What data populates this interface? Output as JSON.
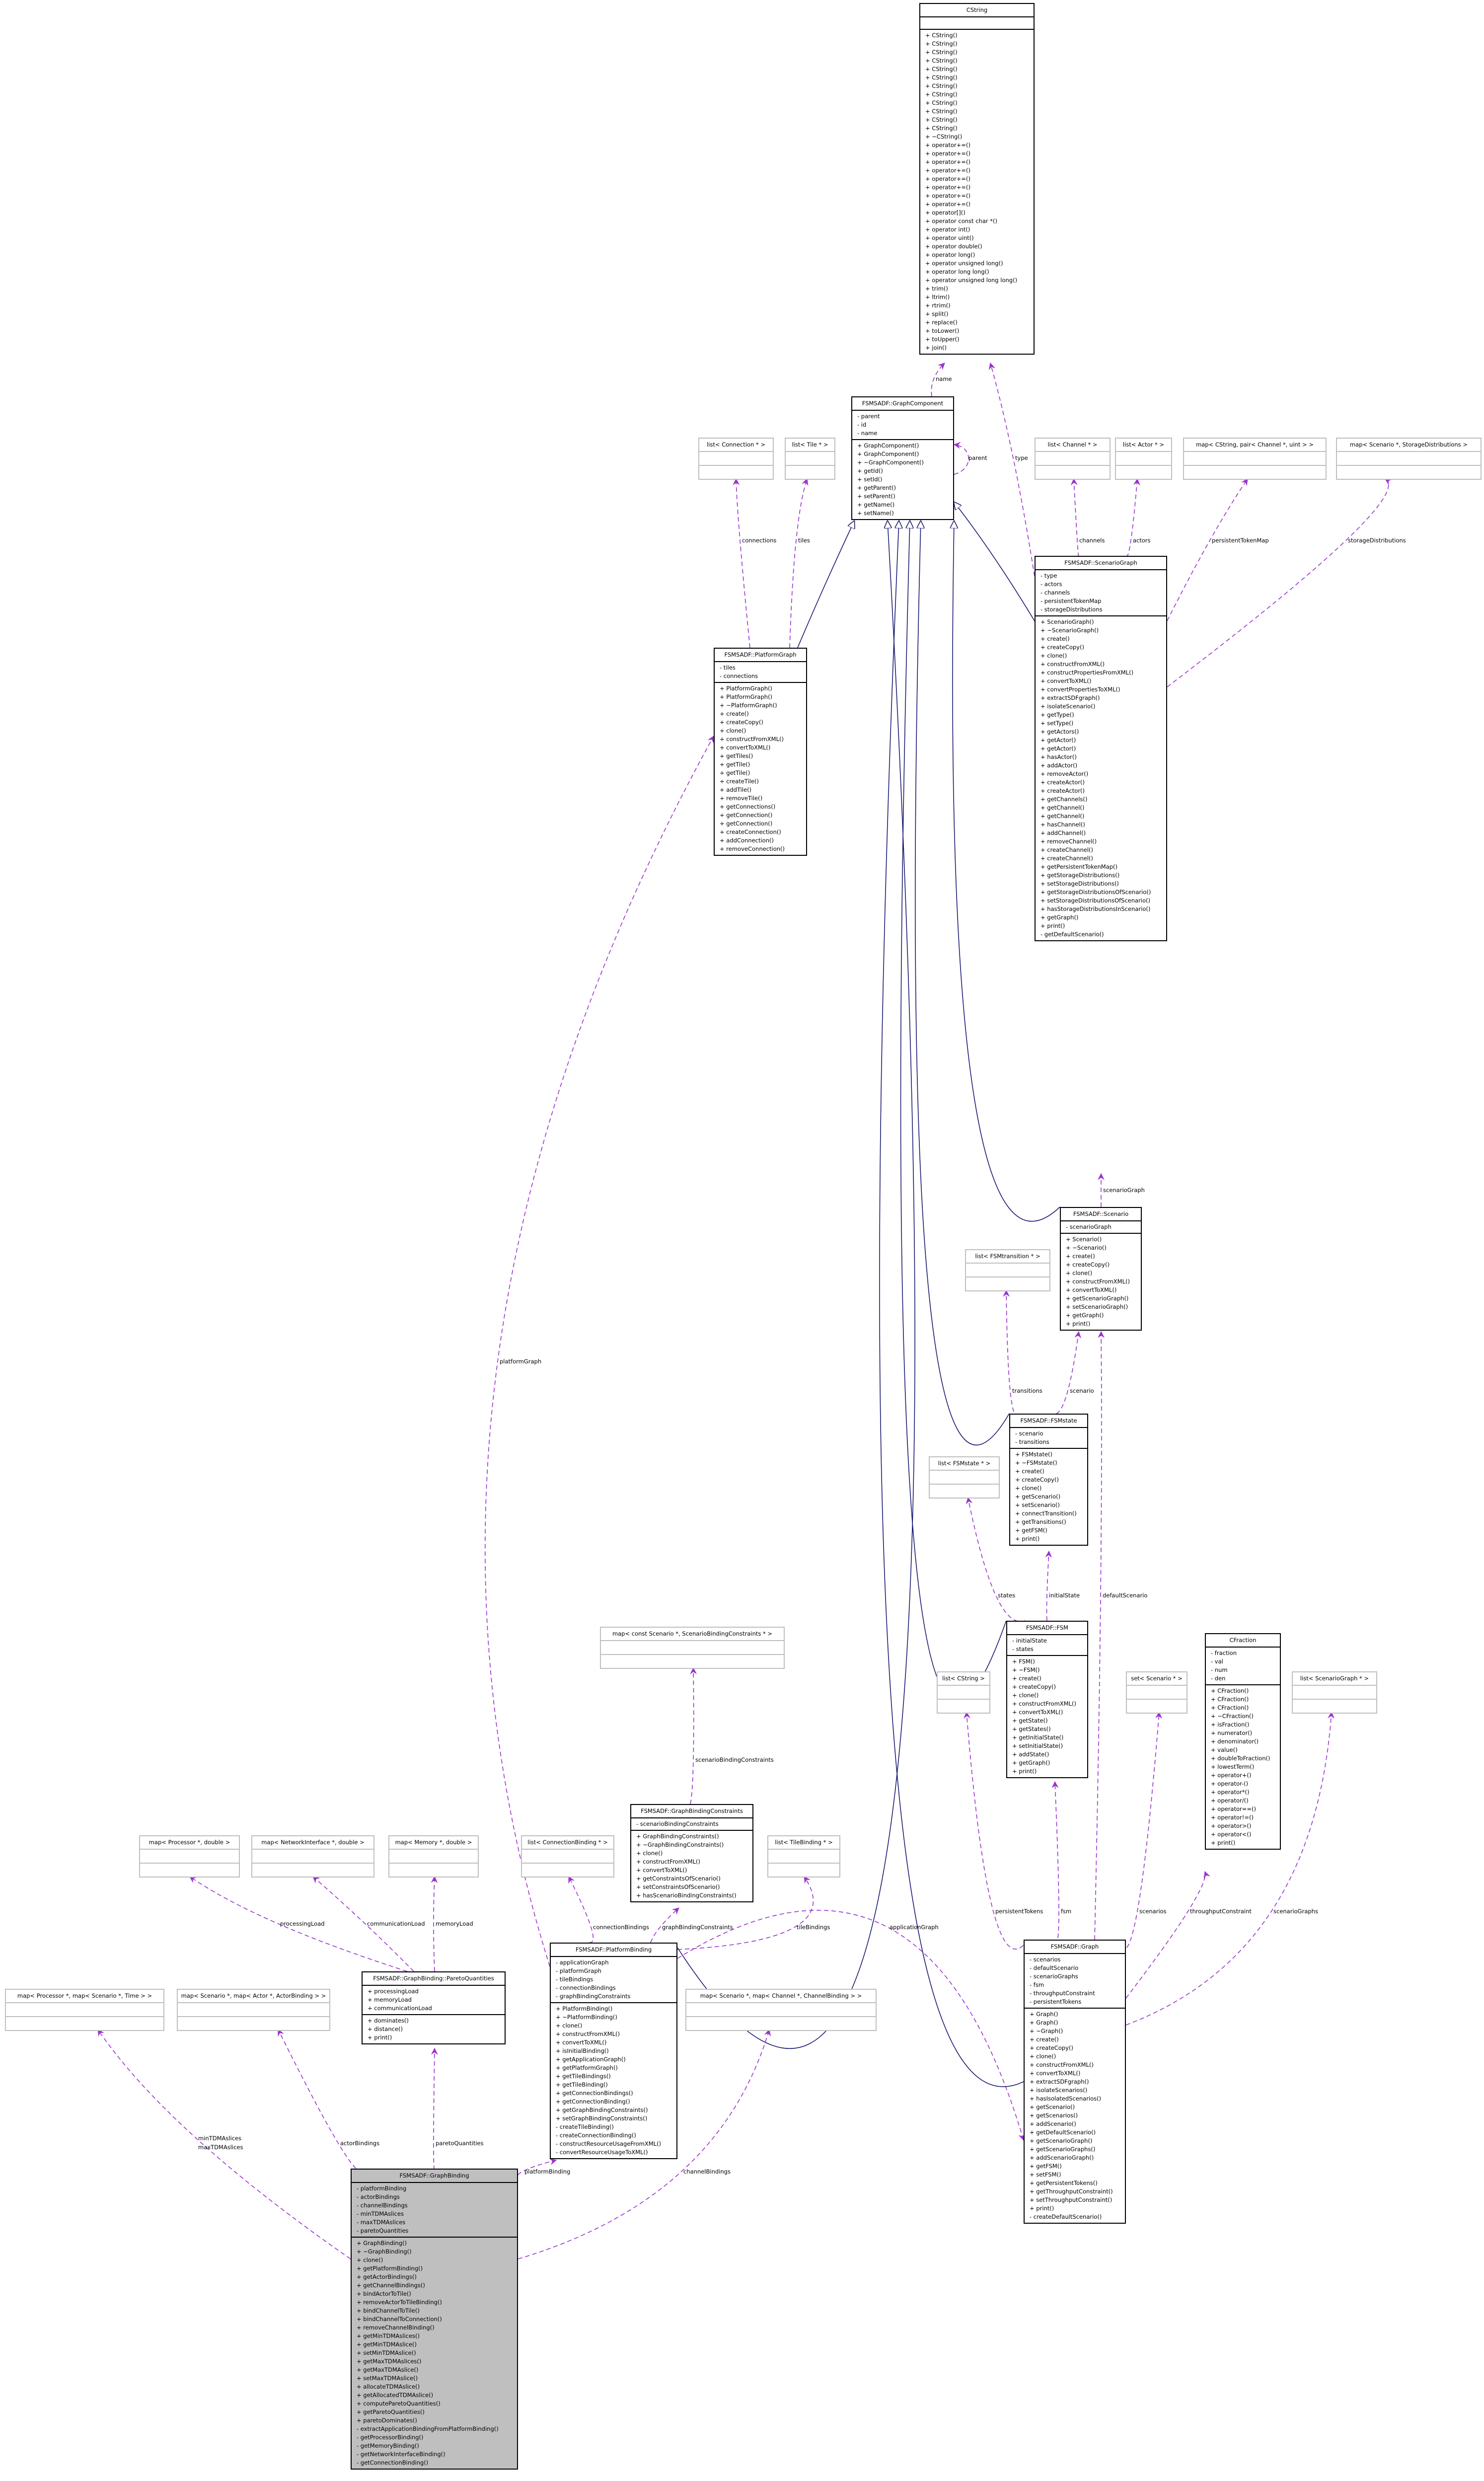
{
  "colors": {
    "usage_edge": "#9a32cd",
    "inheritance_edge": "#191970",
    "focus_fill": "#bfbfbf",
    "template_border": "#bfbfbf"
  },
  "classes": {
    "cstring": {
      "title": "CString",
      "attributes": [],
      "methods": [
        "+ CString()",
        "+ CString()",
        "+ CString()",
        "+ CString()",
        "+ CString()",
        "+ CString()",
        "+ CString()",
        "+ CString()",
        "+ CString()",
        "+ CString()",
        "+ CString()",
        "+ CString()",
        "+ ~CString()",
        "+ operator+=()",
        "+ operator+=()",
        "+ operator+=()",
        "+ operator+=()",
        "+ operator+=()",
        "+ operator+=()",
        "+ operator+=()",
        "+ operator+=()",
        "+ operator[]()",
        "+ operator const char *()",
        "+ operator int()",
        "+ operator uint()",
        "+ operator double()",
        "+ operator long()",
        "+ operator unsigned long()",
        "+ operator long long()",
        "+ operator unsigned long long()",
        "+ trim()",
        "+ ltrim()",
        "+ rtrim()",
        "+ split()",
        "+ replace()",
        "+ toLower()",
        "+ toUpper()",
        "+ join()"
      ]
    },
    "graph_component": {
      "title": "FSMSADF::GraphComponent",
      "attributes": [
        "- parent",
        "- id",
        "- name"
      ],
      "methods": [
        "+ GraphComponent()",
        "+ GraphComponent()",
        "+ ~GraphComponent()",
        "+ getId()",
        "+ setId()",
        "+ getParent()",
        "+ setParent()",
        "+ getName()",
        "+ setName()"
      ]
    },
    "list_connection": {
      "title": "list< Connection * >",
      "template": true
    },
    "list_tile": {
      "title": "list< Tile * >",
      "template": true
    },
    "list_channel": {
      "title": "list< Channel * >",
      "template": true
    },
    "list_actor": {
      "title": "list< Actor * >",
      "template": true
    },
    "map_token": {
      "title": "map< CString, pair< Channel *, uint > >",
      "template": true
    },
    "map_storage": {
      "title": "map< Scenario *, StorageDistributions >",
      "template": true
    },
    "platform_graph": {
      "title": "FSMSADF::PlatformGraph",
      "attributes": [
        "- tiles",
        "- connections"
      ],
      "methods": [
        "+ PlatformGraph()",
        "+ PlatformGraph()",
        "+ ~PlatformGraph()",
        "+ create()",
        "+ createCopy()",
        "+ clone()",
        "+ constructFromXML()",
        "+ convertToXML()",
        "+ getTiles()",
        "+ getTile()",
        "+ getTile()",
        "+ createTile()",
        "+ addTile()",
        "+ removeTile()",
        "+ getConnections()",
        "+ getConnection()",
        "+ getConnection()",
        "+ createConnection()",
        "+ addConnection()",
        "+ removeConnection()"
      ]
    },
    "scenario_graph": {
      "title": "FSMSADF::ScenarioGraph",
      "attributes": [
        "- type",
        "- actors",
        "- channels",
        "- persistentTokenMap",
        "- storageDistributions"
      ],
      "methods": [
        "+ ScenarioGraph()",
        "+ ~ScenarioGraph()",
        "+ create()",
        "+ createCopy()",
        "+ clone()",
        "+ constructFromXML()",
        "+ constructPropertiesFromXML()",
        "+ convertToXML()",
        "+ convertPropertiesToXML()",
        "+ extractSDFgraph()",
        "+ isolateScenario()",
        "+ getType()",
        "+ setType()",
        "+ getActors()",
        "+ getActor()",
        "+ getActor()",
        "+ hasActor()",
        "+ addActor()",
        "+ removeActor()",
        "+ createActor()",
        "+ createActor()",
        "+ getChannels()",
        "+ getChannel()",
        "+ getChannel()",
        "+ hasChannel()",
        "+ addChannel()",
        "+ removeChannel()",
        "+ createChannel()",
        "+ createChannel()",
        "+ getPersistentTokenMap()",
        "+ getStorageDistributions()",
        "+ setStorageDistributions()",
        "+ getStorageDistributionsOfScenario()",
        "+ setStorageDistributionsOfScenario()",
        "+ hasStorageDistributionsInScenario()",
        "+ getGraph()",
        "+ print()",
        "- getDefaultScenario()"
      ]
    },
    "scenario": {
      "title": "FSMSADF::Scenario",
      "attributes": [
        "- scenarioGraph"
      ],
      "methods": [
        "+ Scenario()",
        "+ ~Scenario()",
        "+ create()",
        "+ createCopy()",
        "+ clone()",
        "+ constructFromXML()",
        "+ convertToXML()",
        "+ getScenarioGraph()",
        "+ setScenarioGraph()",
        "+ getGraph()",
        "+ print()"
      ]
    },
    "list_fsmtransition": {
      "title": "list< FSMtransition * >",
      "template": true
    },
    "fsm_state": {
      "title": "FSMSADF::FSMstate",
      "attributes": [
        "- scenario",
        "- transitions"
      ],
      "methods": [
        "+ FSMstate()",
        "+ ~FSMstate()",
        "+ create()",
        "+ createCopy()",
        "+ clone()",
        "+ getScenario()",
        "+ setScenario()",
        "+ connectTransition()",
        "+ getTransitions()",
        "+ getFSM()",
        "+ print()"
      ]
    },
    "list_fsmstate": {
      "title": "list< FSMstate * >",
      "template": true
    },
    "fsm": {
      "title": "FSMSADF::FSM",
      "attributes": [
        "- initialState",
        "- states"
      ],
      "methods": [
        "+ FSM()",
        "+ ~FSM()",
        "+ create()",
        "+ createCopy()",
        "+ clone()",
        "+ constructFromXML()",
        "+ convertToXML()",
        "+ getState()",
        "+ getStates()",
        "+ getInitialState()",
        "+ setInitialState()",
        "+ addState()",
        "+ getGraph()",
        "+ print()"
      ]
    },
    "cfraction": {
      "title": "CFraction",
      "attributes": [
        "- fraction",
        "- val",
        "- num",
        "- den"
      ],
      "methods": [
        "+ CFraction()",
        "+ CFraction()",
        "+ CFraction()",
        "+ ~CFraction()",
        "+ isFraction()",
        "+ numerator()",
        "+ denominator()",
        "+ value()",
        "+ doubleToFraction()",
        "+ lowestTerm()",
        "+ operator+()",
        "+ operator-()",
        "+ operator*()",
        "+ operator/()",
        "+ operator==()",
        "+ operator!=()",
        "+ operator>()",
        "+ operator<()",
        "+ print()"
      ]
    },
    "list_cstring": {
      "title": "list< CString >",
      "template": true
    },
    "set_scenario": {
      "title": "set< Scenario * >",
      "template": true
    },
    "list_scenariograph": {
      "title": "list< ScenarioGraph * >",
      "template": true
    },
    "map_sbc": {
      "title": "map< const Scenario *, ScenarioBindingConstraints * >",
      "template": true
    },
    "graph": {
      "title": "FSMSADF::Graph",
      "attributes": [
        "- scenarios",
        "- defaultScenario",
        "- scenarioGraphs",
        "- fsm",
        "- throughputConstraint",
        "- persistentTokens"
      ],
      "methods": [
        "+ Graph()",
        "+ Graph()",
        "+ ~Graph()",
        "+ create()",
        "+ createCopy()",
        "+ clone()",
        "+ constructFromXML()",
        "+ convertToXML()",
        "+ extractSDFgraph()",
        "+ isolateScenarios()",
        "+ hasIsolatedScenarios()",
        "+ getScenario()",
        "+ getScenarios()",
        "+ addScenario()",
        "+ getDefaultScenario()",
        "+ getScenarioGraph()",
        "+ getScenarioGraphs()",
        "+ addScenarioGraph()",
        "+ getFSM()",
        "+ setFSM()",
        "+ getPersistentTokens()",
        "+ getThroughputConstraint()",
        "+ setThroughputConstraint()",
        "+ print()",
        "- createDefaultScenario()"
      ]
    },
    "gbc": {
      "title": "FSMSADF::GraphBindingConstraints",
      "attributes": [
        "- scenarioBindingConstraints"
      ],
      "methods": [
        "+ GraphBindingConstraints()",
        "+ ~GraphBindingConstraints()",
        "+ clone()",
        "+ constructFromXML()",
        "+ convertToXML()",
        "+ getConstraintsOfScenario()",
        "+ setConstraintsOfScenario()",
        "+ hasScenarioBindingConstraints()"
      ]
    },
    "list_connbinding": {
      "title": "list< ConnectionBinding * >",
      "template": true
    },
    "list_tilebinding": {
      "title": "list< TileBinding * >",
      "template": true
    },
    "map_processor": {
      "title": "map< Processor *, double >",
      "template": true
    },
    "map_ni": {
      "title": "map< NetworkInterface *, double >",
      "template": true
    },
    "map_memory": {
      "title": "map< Memory *, double >",
      "template": true
    },
    "platform_binding": {
      "title": "FSMSADF::PlatformBinding",
      "attributes": [
        "- applicationGraph",
        "- platformGraph",
        "- tileBindings",
        "- connectionBindings",
        "- graphBindingConstraints"
      ],
      "methods": [
        "+ PlatformBinding()",
        "+ ~PlatformBinding()",
        "+ clone()",
        "+ constructFromXML()",
        "+ convertToXML()",
        "+ isInitialBinding()",
        "+ getApplicationGraph()",
        "+ getPlatformGraph()",
        "+ getTileBindings()",
        "+ getTileBinding()",
        "+ getConnectionBindings()",
        "+ getConnectionBinding()",
        "+ getGraphBindingConstraints()",
        "+ setGraphBindingConstraints()",
        "- createTileBinding()",
        "- createConnectionBinding()",
        "- constructResourceUsageFromXML()",
        "- convertResourceUsageToXML()"
      ]
    },
    "pareto": {
      "title": "FSMSADF::GraphBinding::ParetoQuantities",
      "attributes": [
        "+ processingLoad",
        "+ memoryLoad",
        "+ communicationLoad"
      ],
      "methods": [
        "+ dominates()",
        "+ distance()",
        "+ print()"
      ]
    },
    "map_time": {
      "title": "map< Processor *, map< Scenario *, Time > >",
      "template": true
    },
    "map_actorbinding": {
      "title": "map< Scenario *, map< Actor *, ActorBinding > >",
      "template": true
    },
    "map_channelbinding": {
      "title": "map< Scenario *, map< Channel *, ChannelBinding > >",
      "template": true
    },
    "graph_binding": {
      "title": "FSMSADF::GraphBinding",
      "focus": true,
      "attributes": [
        "- platformBinding",
        "- actorBindings",
        "- channelBindings",
        "- minTDMAslices",
        "- maxTDMAslices",
        "- paretoQuantities"
      ],
      "methods": [
        "+ GraphBinding()",
        "+ ~GraphBinding()",
        "+ clone()",
        "+ getPlatformBinding()",
        "+ getActorBindings()",
        "+ getChannelBindings()",
        "+ bindActorToTile()",
        "+ removeActorToTileBinding()",
        "+ bindChannelToTile()",
        "+ bindChannelToConnection()",
        "+ removeChannelBinding()",
        "+ getMinTDMAslices()",
        "+ getMinTDMAslice()",
        "+ setMinTDMAslice()",
        "+ getMaxTDMAslices()",
        "+ getMaxTDMAslice()",
        "+ setMaxTDMAslice()",
        "+ allocateTDMAslice()",
        "+ getAllocatedTDMAslice()",
        "+ computeParetoQuantities()",
        "+ getParetoQuantities()",
        "+ paretoDominates()",
        "- extractApplicationBindingFromPlatformBinding()",
        "- getProcessorBinding()",
        "- getMemoryBinding()",
        "- getNetworkInterfaceBinding()",
        "- getConnectionBinding()"
      ]
    }
  },
  "edge_labels": {
    "name": "name",
    "type": "type",
    "parent": "parent",
    "connections": "connections",
    "tiles": "tiles",
    "channels": "channels",
    "actors": "actors",
    "persistentTokenMap": "persistentTokenMap",
    "storageDistributions": "storageDistributions",
    "scenarioGraph": "scenarioGraph",
    "transitions": "transitions",
    "scenario": "scenario",
    "states": "states",
    "initialState": "initialState",
    "defaultScenario": "defaultScenario",
    "persistentTokens": "persistentTokens",
    "fsm": "fsm",
    "scenarios": "scenarios",
    "throughputConstraint": "throughputConstraint",
    "scenarioGraphs": "scenarioGraphs",
    "scenarioBindingConstraints": "scenarioBindingConstraints",
    "platformGraph": "platformGraph",
    "connectionBindings": "connectionBindings",
    "graphBindingConstraints": "graphBindingConstraints",
    "tileBindings": "tileBindings",
    "applicationGraph": "applicationGraph",
    "processingLoad": "processingLoad",
    "communicationLoad": "communicationLoad",
    "memoryLoad": "memoryLoad",
    "minTDMAslices": "minTDMAslices",
    "maxTDMAslices": "maxTDMAslices",
    "actorBindings": "actorBindings",
    "paretoQuantities": "paretoQuantities",
    "platformBinding": "platformBinding",
    "channelBindings": "channelBindings"
  }
}
